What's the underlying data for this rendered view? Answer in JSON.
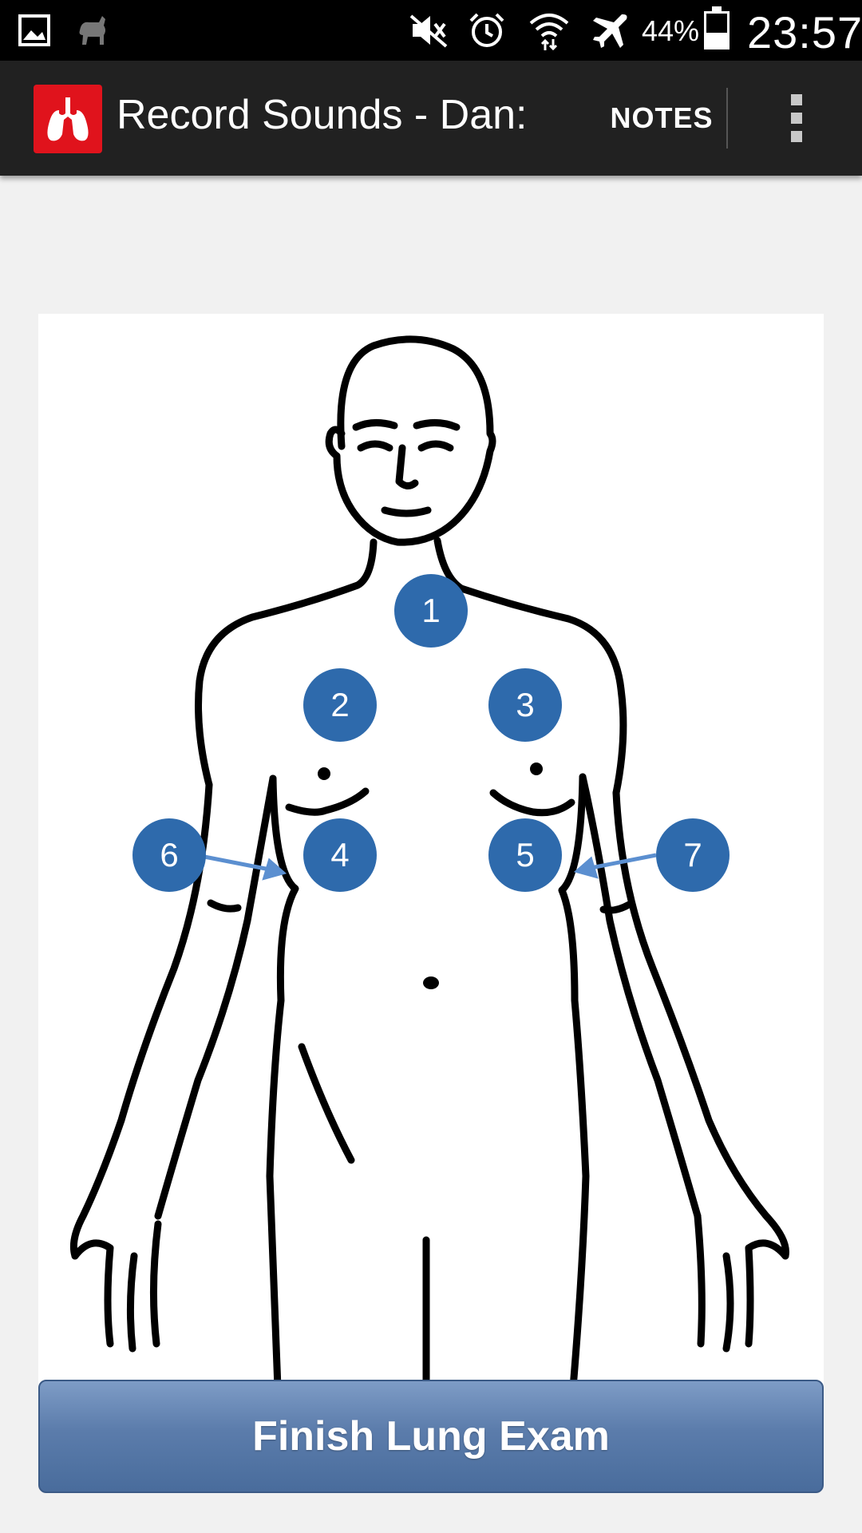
{
  "status_bar": {
    "battery_percent": "44%",
    "battery_level": 0.44,
    "time": "23:57",
    "icons": [
      "gallery-icon",
      "android-notify-icon",
      "mute-icon",
      "alarm-icon",
      "wifi-icon",
      "airplane-icon",
      "battery-icon"
    ]
  },
  "action_bar": {
    "title": "Record Sounds - Dan:",
    "app_icon": "lungs-icon",
    "notes_label": "NOTES",
    "overflow_icon": "overflow-menu-icon"
  },
  "colors": {
    "accent_red": "#e0131c",
    "point_blue": "#2e6aac",
    "button_blue": "#5b7cab",
    "action_bar": "#212121"
  },
  "auscultation_points": {
    "p1": "1",
    "p2": "2",
    "p3": "3",
    "p4": "4",
    "p5": "5",
    "p6": "6",
    "p7": "7"
  },
  "finish_button": {
    "label": "Finish Lung Exam"
  }
}
